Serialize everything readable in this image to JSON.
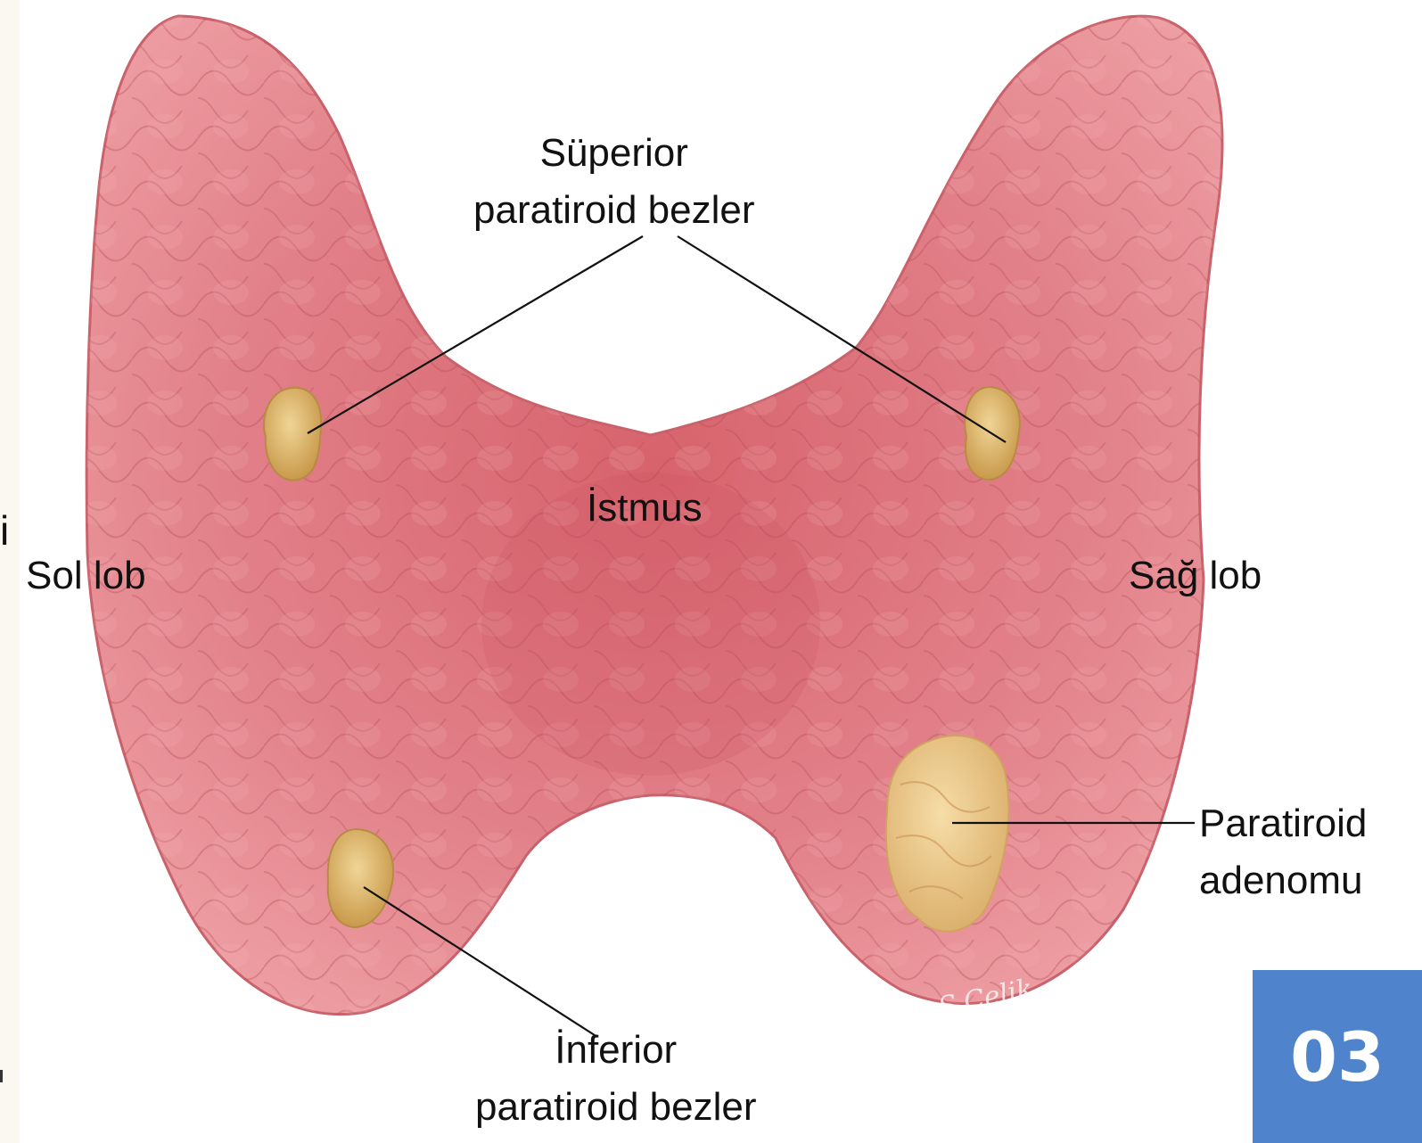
{
  "labels": {
    "superior": [
      "Süperior",
      "paratiroid bezler"
    ],
    "isthmus": "İstmus",
    "left_lobe": "Sol lob",
    "right_lobe": "Sağ lob",
    "adenoma": [
      "Paratiroid",
      "adenomu"
    ],
    "inferior": [
      "İnferior",
      "paratiroid bezler"
    ]
  },
  "signature": "S.Çelik",
  "page_number": "03",
  "edge_text": "i",
  "colors": {
    "thyroid": "#e07a80",
    "thyroid_dark": "#b8505a",
    "parathyroid": "#dcb46a",
    "adenoma": "#edc98a",
    "badge": "#4f84cc",
    "leader_line": "#111111"
  }
}
